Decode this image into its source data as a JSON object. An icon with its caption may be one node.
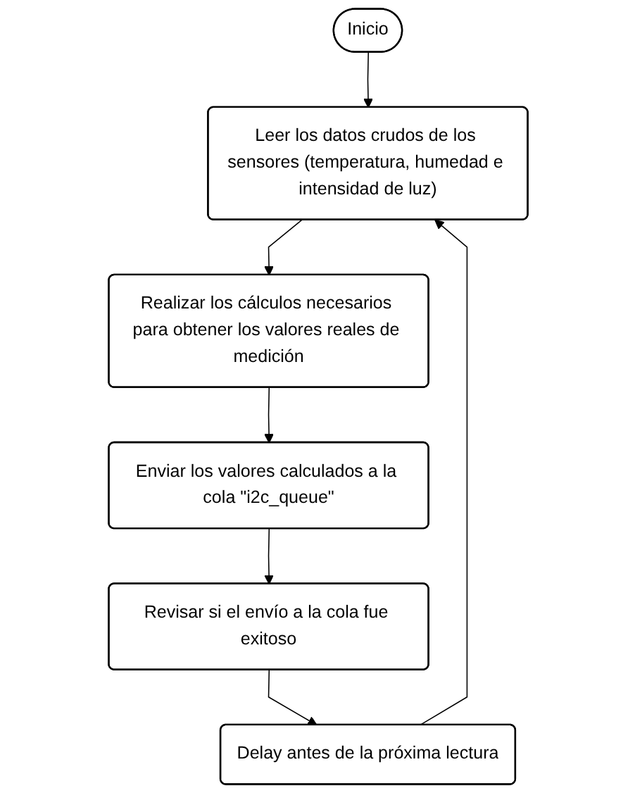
{
  "diagram": {
    "nodes": [
      {
        "text": [
          "Inicio"
        ]
      },
      {
        "text": [
          "Leer los datos crudos de los sensores (temperatura, humedad e intensidad de luz)"
        ]
      },
      {
        "text": [
          "Realizar los cálculos necesarios para obtener los valores reales de medición"
        ]
      },
      {
        "text": [
          "Enviar los valores calculados a la cola \"i2c_queue\""
        ]
      },
      {
        "text": [
          "Revisar si el envío a la cola fue exitoso"
        ]
      },
      {
        "text": [
          "Delay antes de la próxima lectura"
        ]
      }
    ],
    "edges": [
      {
        "from": 0,
        "to": 1,
        "arrow": "to"
      },
      {
        "from": 1,
        "to": 2,
        "arrow": "to"
      },
      {
        "from": 2,
        "to": 3,
        "arrow": "to"
      },
      {
        "from": 3,
        "to": 4,
        "arrow": "to"
      },
      {
        "from": 4,
        "to": 5,
        "arrow": "to"
      },
      {
        "from": 5,
        "to": 1,
        "arrow": "to"
      }
    ]
  }
}
